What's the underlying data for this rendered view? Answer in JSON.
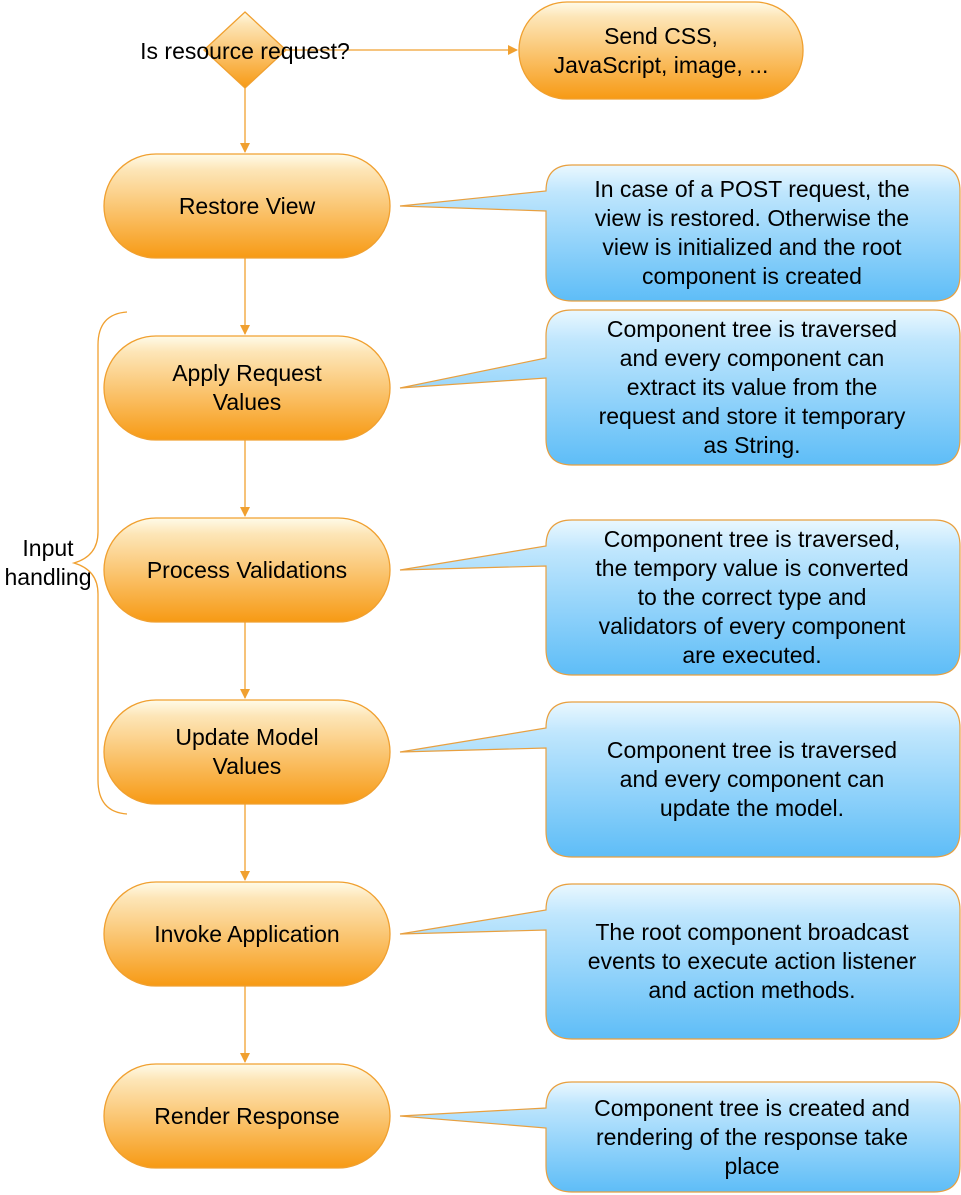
{
  "colors": {
    "stage_top": "#fffbe9",
    "stage_bottom": "#f79a14",
    "stage_border": "#f0a030",
    "note_top": "#eaf8ff",
    "note_bottom": "#5ebdf7",
    "note_border": "#e8a040",
    "connector": "#f0a030"
  },
  "decision": {
    "label": "Is resource request?"
  },
  "resource_box": {
    "label": "Send CSS,\nJavaScript, image, ..."
  },
  "input_handling": {
    "label": "Input\nhandling"
  },
  "stages": [
    {
      "label": "Restore View"
    },
    {
      "label": "Apply Request\nValues"
    },
    {
      "label": "Process Validations"
    },
    {
      "label": "Update Model\nValues"
    },
    {
      "label": "Invoke Application"
    },
    {
      "label": "Render Response"
    }
  ],
  "notes": [
    {
      "text": "In case of a POST request, the\nview is restored. Otherwise the\nview is initialized and the root\ncomponent is created"
    },
    {
      "text": "Component tree is traversed\nand every component can\nextract its value from the\nrequest and store it temporary\nas String."
    },
    {
      "text": "Component tree is traversed,\nthe tempory value is converted\nto the correct type and\nvalidators of every component\nare executed."
    },
    {
      "text": "Component tree is traversed\nand every component can\nupdate the model."
    },
    {
      "text": "The root component broadcast\nevents to execute action listener\nand action methods."
    },
    {
      "text": "Component tree is created and\nrendering of the response take\nplace"
    }
  ]
}
